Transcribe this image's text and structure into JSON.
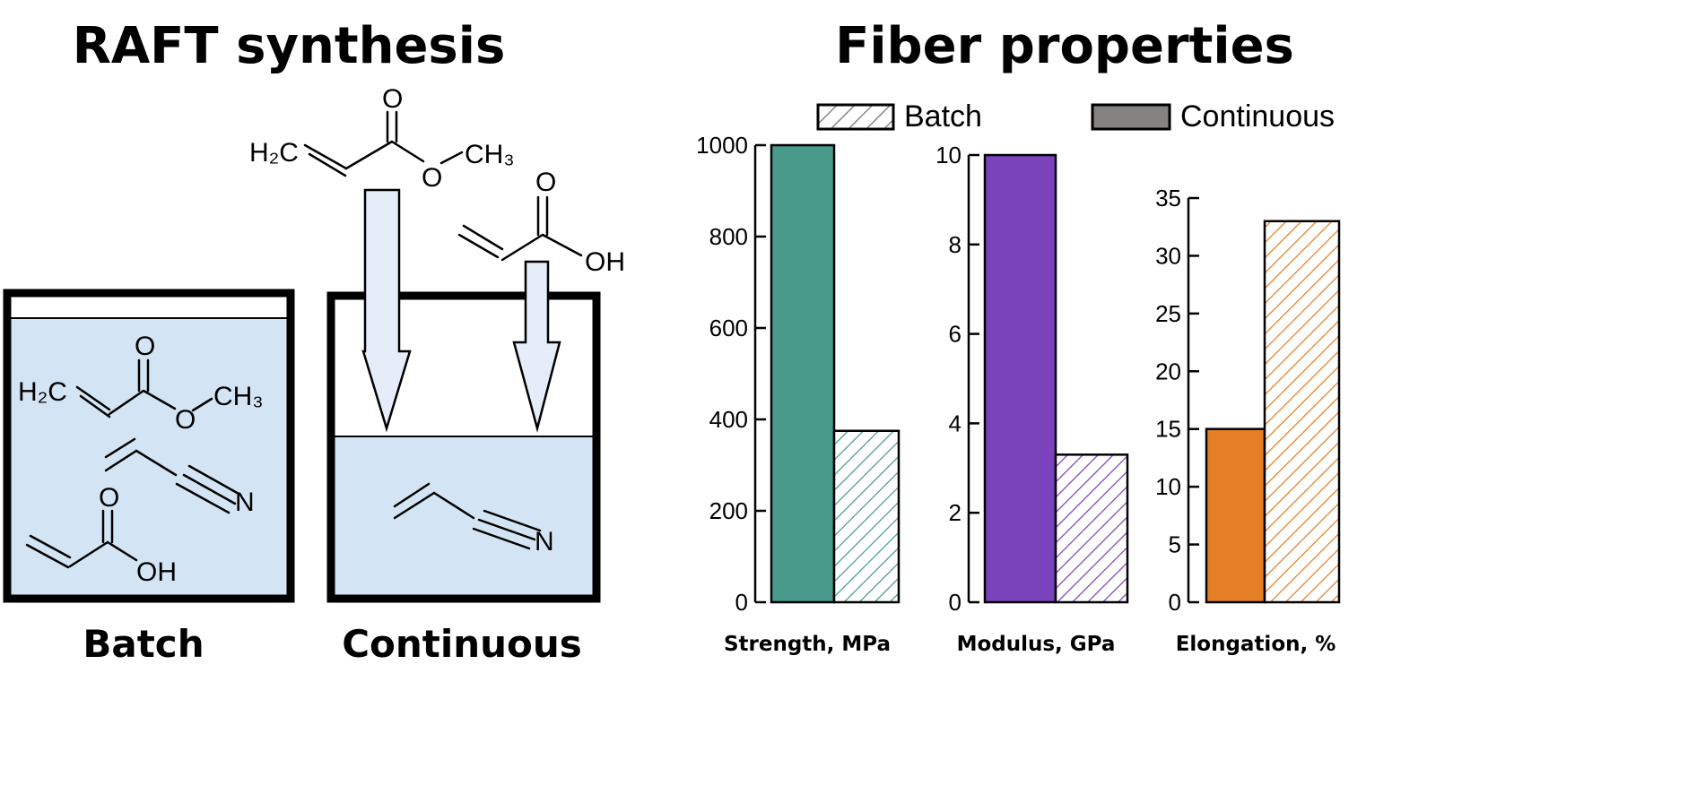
{
  "left": {
    "title": "RAFT synthesis",
    "batch_label": "Batch",
    "continuous_label": "Continuous",
    "atoms": {
      "h2c": "H₂C",
      "ch3": "CH₃",
      "o": "O",
      "oh": "OH",
      "n": "N"
    },
    "liquid_color": "#d3e5f4"
  },
  "right": {
    "title": "Fiber properties",
    "legend": [
      {
        "label": "Batch",
        "style": "hatched"
      },
      {
        "label": "Continuous",
        "style": "solid",
        "color": "#858382"
      }
    ]
  },
  "chart_data": [
    {
      "type": "bar",
      "xlabel": "Strength, MPa",
      "ylim": [
        0,
        1000
      ],
      "ticks": [
        0,
        200,
        400,
        600,
        800,
        1000
      ],
      "series": [
        {
          "name": "Continuous",
          "value": 1000
        },
        {
          "name": "Batch",
          "value": 375
        }
      ],
      "color": "#4a9a8c"
    },
    {
      "type": "bar",
      "xlabel": "Modulus, GPa",
      "ylim": [
        0,
        10
      ],
      "ticks": [
        0,
        2,
        4,
        6,
        8,
        10
      ],
      "series": [
        {
          "name": "Continuous",
          "value": 10
        },
        {
          "name": "Batch",
          "value": 3.3
        }
      ],
      "color": "#7b43bb"
    },
    {
      "type": "bar",
      "xlabel": "Elongation, %",
      "ylim": [
        0,
        35
      ],
      "ticks": [
        0,
        5,
        10,
        15,
        20,
        25,
        30,
        35
      ],
      "series": [
        {
          "name": "Continuous",
          "value": 15
        },
        {
          "name": "Batch",
          "value": 33
        }
      ],
      "color": "#e57f25"
    }
  ]
}
